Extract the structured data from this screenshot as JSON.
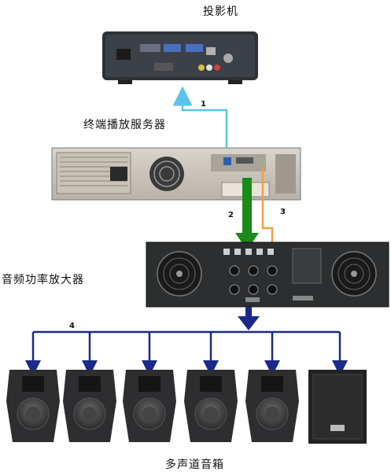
{
  "labels": {
    "projector": "投影机",
    "server": "终端播放服务器",
    "amplifier": "音频功率放大器",
    "speakers": "多声道音箱"
  },
  "connections": [
    "1",
    "2",
    "3",
    "4"
  ],
  "colors": {
    "video_cable": "#5bc3ea",
    "main_arrow": "#1a8a1a",
    "audio_cable": "#f0a040",
    "speaker_bus": "#1a2a8a"
  },
  "icons": [
    "projector-icon",
    "server-icon",
    "amplifier-icon",
    "speaker-icon",
    "subwoofer-icon"
  ]
}
